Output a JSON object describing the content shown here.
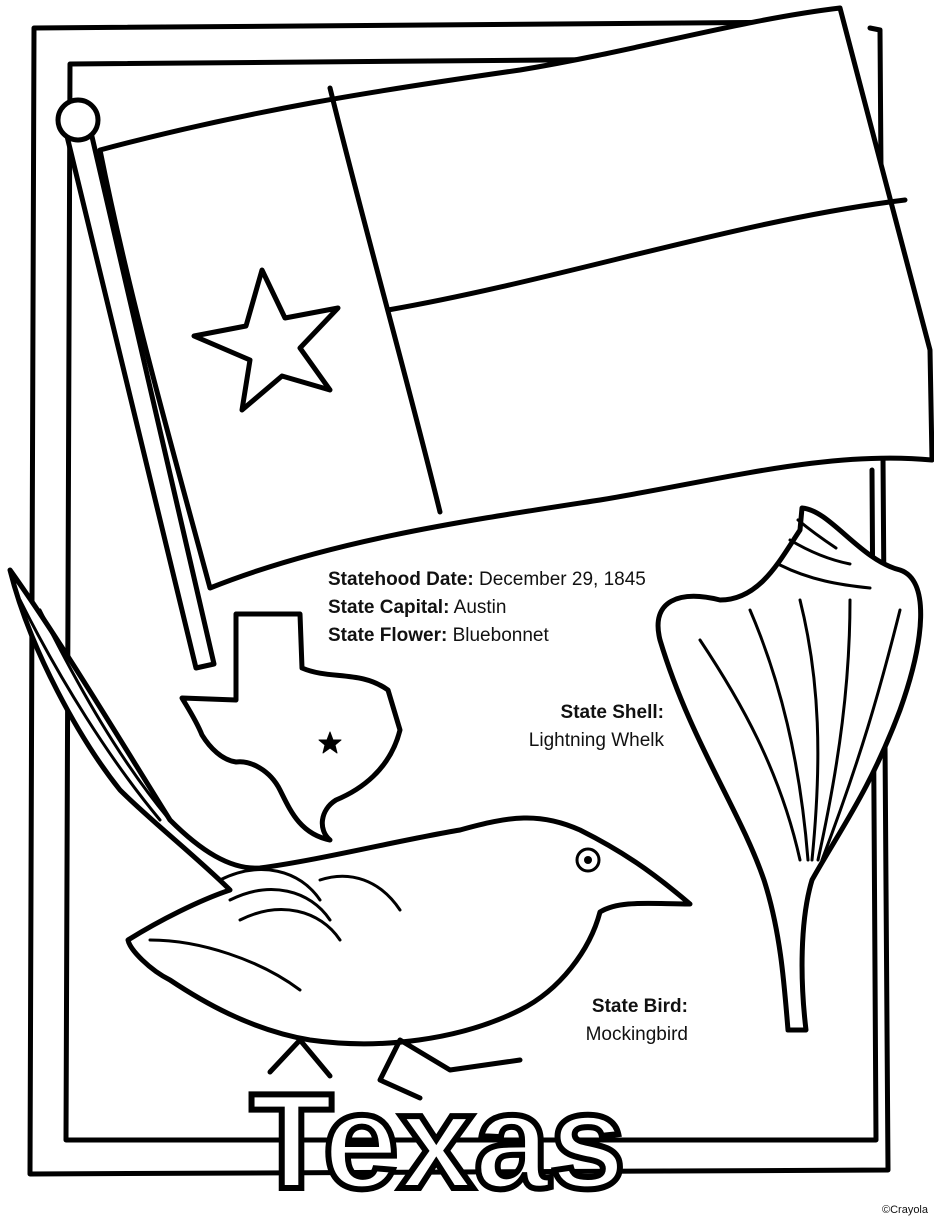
{
  "facts": {
    "statehood_label": "Statehood Date:",
    "statehood_value": "December 29, 1845",
    "capital_label": "State Capital:",
    "capital_value": "Austin",
    "flower_label": "State Flower:",
    "flower_value": "Bluebonnet"
  },
  "shell": {
    "label": "State Shell:",
    "value": "Lightning Whelk"
  },
  "bird": {
    "label": "State Bird:",
    "value": "Mockingbird"
  },
  "title": "Texas",
  "copyright": "©Crayola"
}
